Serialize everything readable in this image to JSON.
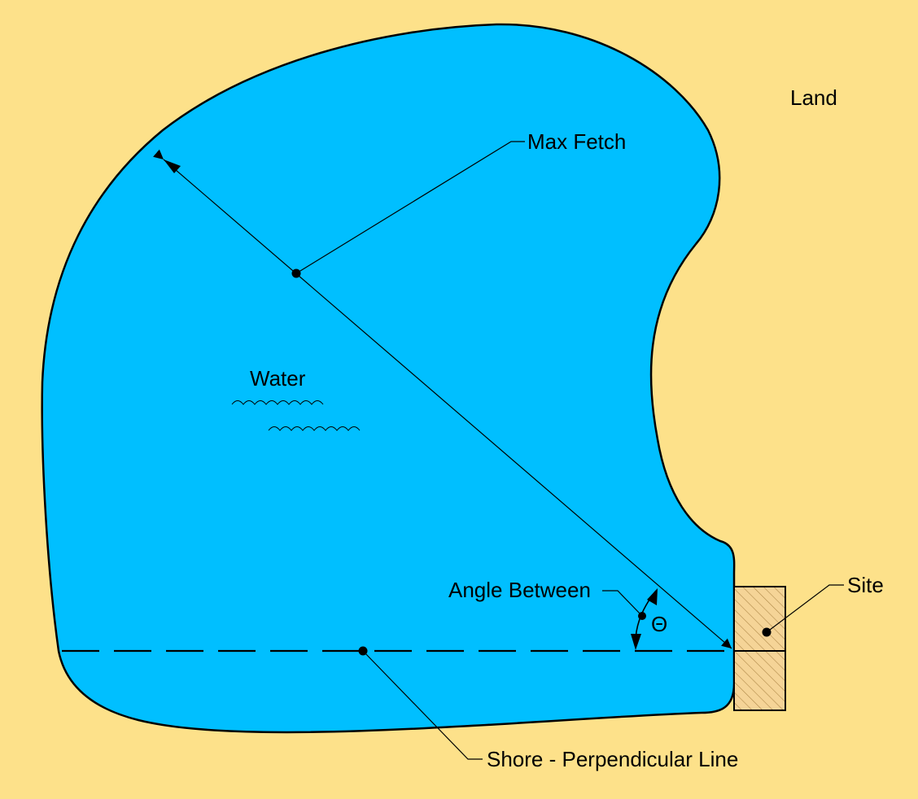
{
  "colors": {
    "land": "#fde18a",
    "water": "#00bfff",
    "site": "#f5d497",
    "line": "#000000"
  },
  "labels": {
    "land": "Land",
    "water": "Water",
    "max_fetch": "Max Fetch",
    "angle_between": "Angle Between",
    "theta": "Θ",
    "site": "Site",
    "shore_line": "Shore - Perpendicular Line"
  }
}
